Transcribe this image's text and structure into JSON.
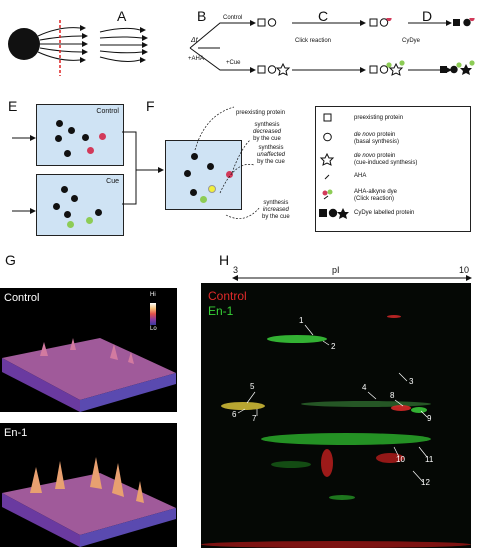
{
  "panels": {
    "A": "A",
    "B": "B",
    "C": "C",
    "D": "D",
    "E": "E",
    "F": "F",
    "G": "G",
    "H": "H"
  },
  "panelB": {
    "control": "Control",
    "delta_t": "Δt",
    "aha": "+AHA",
    "cue": "+Cue"
  },
  "panelC": {
    "label": "Click reaction"
  },
  "panelD": {
    "label": "CyDye"
  },
  "panelE": {
    "control": "Control",
    "cue": "Cue"
  },
  "panelF": {
    "preexisting": "preexisting protein",
    "decreased_1": "synthesis",
    "decreased_2": "decreased",
    "decreased_3": "by the cue",
    "unaffected_1": "synthesis",
    "unaffected_2": "unaffected",
    "unaffected_3": "by the cue",
    "increased_1": "synthesis",
    "increased_2": "increased",
    "increased_3": "by the cue"
  },
  "legend": {
    "preexisting": "preexisting protein",
    "denovo_basal_1": "de novo",
    "denovo_basal_2": " protein",
    "denovo_basal_3": "(basal synthesis)",
    "denovo_cue_1": "de novo",
    "denovo_cue_2": " protein",
    "denovo_cue_3": "(cue-induced synthesis)",
    "aha": "AHA",
    "dye_1": "AHA-alkyne dye",
    "dye_2": "(Click reaction)",
    "cydye": "CyDye labelled protein"
  },
  "panelG": {
    "control": "Control",
    "en1": "En-1",
    "hi": "Hi",
    "lo": "Lo"
  },
  "panelH": {
    "ph_low": "3",
    "pi": "pI",
    "ph_high": "10",
    "control": "Control",
    "en1": "En-1",
    "spots": [
      "1",
      "2",
      "3",
      "4",
      "5",
      "6",
      "7",
      "8",
      "9",
      "10",
      "11",
      "12"
    ]
  },
  "colors": {
    "box": "#cfe3f4",
    "red": "#d23a5a",
    "green": "#8dcc55",
    "yellow": "#f2ef3a",
    "gel_red": "#e02a2a",
    "gel_green": "#37d237"
  }
}
